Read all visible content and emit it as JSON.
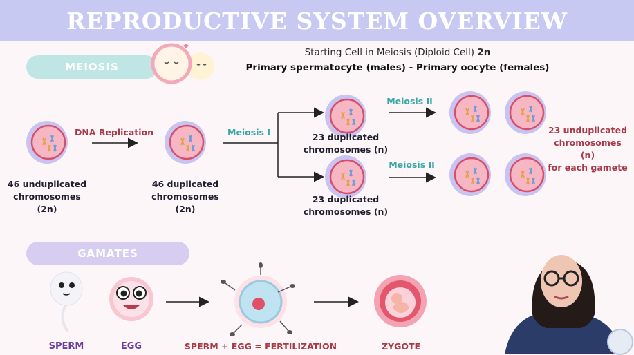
{
  "title": "REPRODUCTIVE SYSTEM OVERVIEW",
  "meiosis_pill": "MEIOSIS",
  "gametes_pill": "GAMATES",
  "header": {
    "line1_text": "Starting Cell in Meiosis (Diploid Cell)",
    "line1_bold": "2n",
    "line2": "Primary spermatocyte (males) -  Primary oocyte (females)"
  },
  "flow": {
    "dna_replication": "DNA Replication",
    "meiosis_one": "Meiosis I",
    "meiosis_two_top": "Meiosis II",
    "meiosis_two_bottom": "Meiosis II",
    "cell1_line1": "46 unduplicated",
    "cell1_line2": "chromosomes (2n)",
    "cell2_line1": "46 duplicated",
    "cell2_line2": "chromosomes (2n)",
    "top_line1": "23 duplicated",
    "top_line2": "chromosomes (n)",
    "bottom_line1": "23 duplicated",
    "bottom_line2": "chromosomes (n)",
    "final_line1": "23 unduplicated",
    "final_line2": "chromosomes (n)",
    "final_line3": "for each gamete"
  },
  "gametes": {
    "sperm": "SPERM",
    "egg": "EGG",
    "fertilization": "SPERM + EGG = FERTILIZATION",
    "zygote": "ZYGOTE"
  },
  "colors": {
    "title_bar": "#c7c9f3",
    "meiosis_pill": "#bfe6e4",
    "gametes_pill": "#d7cdf0",
    "accent_red": "#a83a48",
    "accent_teal": "#3aa6a6",
    "accent_purple": "#6b3d9e"
  }
}
